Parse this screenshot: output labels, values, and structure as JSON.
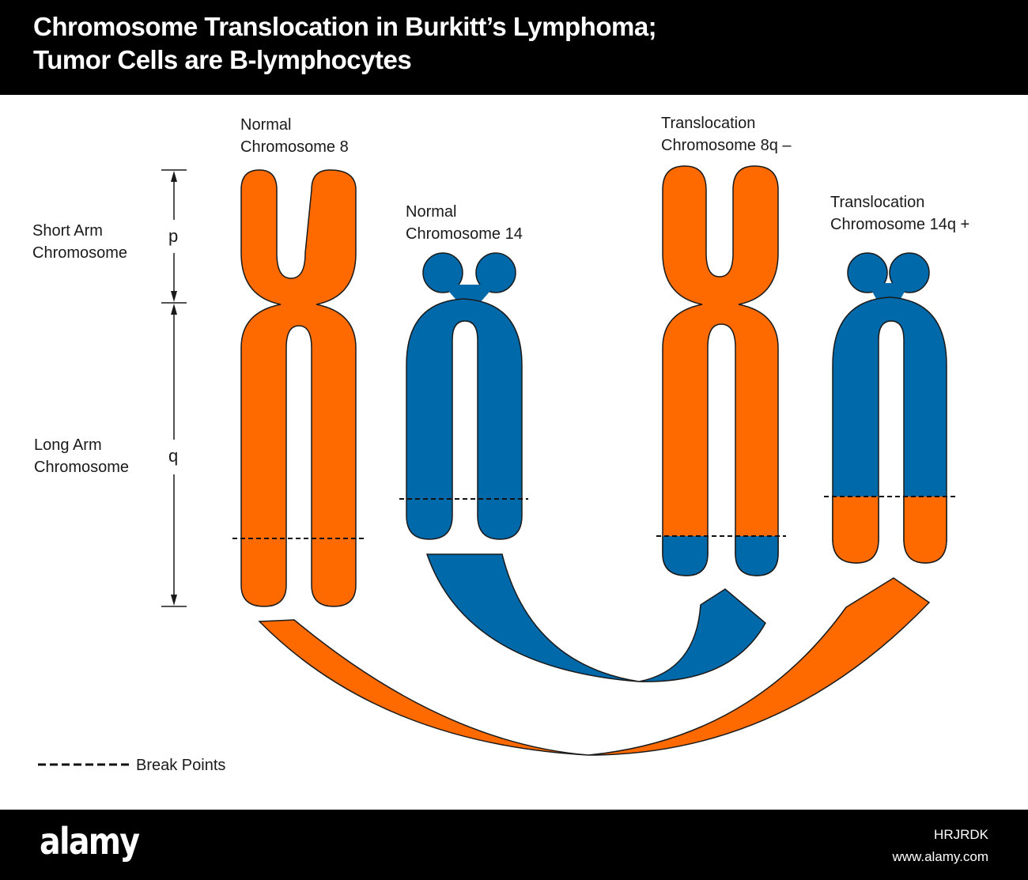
{
  "header": {
    "title_line1": "Chromosome Translocation in Burkitt’s Lymphoma;",
    "title_line2": "Tumor Cells are B-lymphocytes"
  },
  "colors": {
    "orange": "#ff6a00",
    "blue": "#0069aa",
    "outline": "#1a1a1a"
  },
  "labels": {
    "normal_8_line1": "Normal",
    "normal_8_line2": "Chromosome 8",
    "normal_14_line1": "Normal",
    "normal_14_line2": "Chromosome 14",
    "trans_8_line1": "Translocation",
    "trans_8_line2": "Chromosome 8q –",
    "trans_14_line1": "Translocation",
    "trans_14_line2": "Chromosome 14q +",
    "short_arm_line1": "Short Arm",
    "short_arm_line2": "Chromosome",
    "long_arm_line1": "Long Arm",
    "long_arm_line2": "Chromosome",
    "p_arm": "p",
    "q_arm": "q",
    "legend_break_points": "Break Points"
  },
  "footer": {
    "logo": "alamy",
    "image_id": "HRJRDK",
    "site": "www.alamy.com"
  }
}
